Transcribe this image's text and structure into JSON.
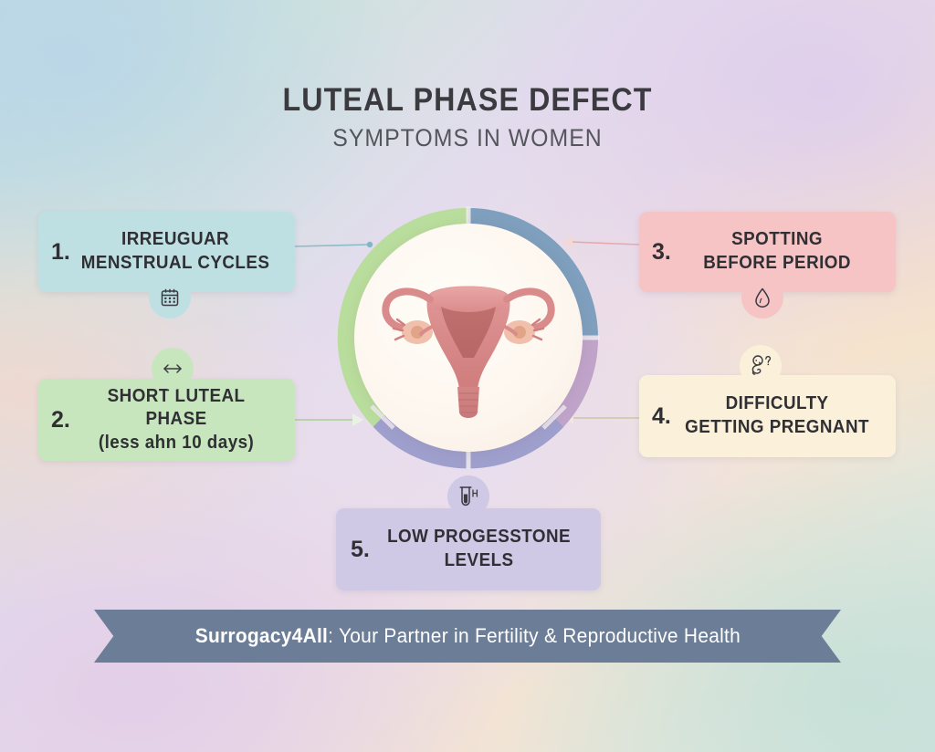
{
  "header": {
    "title": "LUTEAL PHASE DEFECT",
    "subtitle": "SYMPTOMS IN WOMEN"
  },
  "center": {
    "illustration_name": "uterus-anatomy-illustration",
    "ring_segments": [
      {
        "name": "segment-green",
        "color": "#b9dd9c"
      },
      {
        "name": "segment-blue",
        "color": "#7e9fbd"
      },
      {
        "name": "segment-mauve",
        "color": "#c0a3c9"
      },
      {
        "name": "segment-periwinkle",
        "color": "#9f9fcd"
      }
    ],
    "disc_color": "#fdf6ee"
  },
  "symptoms": [
    {
      "number": "1.",
      "line1": "IRREUGUAR",
      "line2": "MENSTRUAL CYCLES",
      "icon": "calendar-icon",
      "color": "#bfe0e3",
      "connector_color": "#7fb8c4"
    },
    {
      "number": "2.",
      "line1": "SHORT LUTEAL PHASE",
      "line2": "(less ahn 10 days)",
      "icon": "double-arrow-icon",
      "color": "#c8e6bd",
      "connector_color": "#a8ce96"
    },
    {
      "number": "3.",
      "line1": "SPOTTING",
      "line2": "BEFORE PERIOD",
      "icon": "blood-drop-icon",
      "color": "#f6c4c4",
      "connector_color": "#e8a9a9"
    },
    {
      "number": "4.",
      "line1": "DIFFICULTY",
      "line2": "GETTING PREGNANT",
      "icon": "baby-question-icon",
      "color": "#fbf1da",
      "connector_color": "#d9cfae"
    },
    {
      "number": "5.",
      "line1": "LOW PROGESSTONE",
      "line2": "LEVELS",
      "icon": "test-tube-icon",
      "color": "#cfc9e6",
      "connector_color": "#a9a2cf"
    }
  ],
  "footer": {
    "brand": "Surrogacy4All",
    "tagline": ": Your Partner in Fertility & Reproductive Health",
    "background_color": "#6c7d97"
  }
}
